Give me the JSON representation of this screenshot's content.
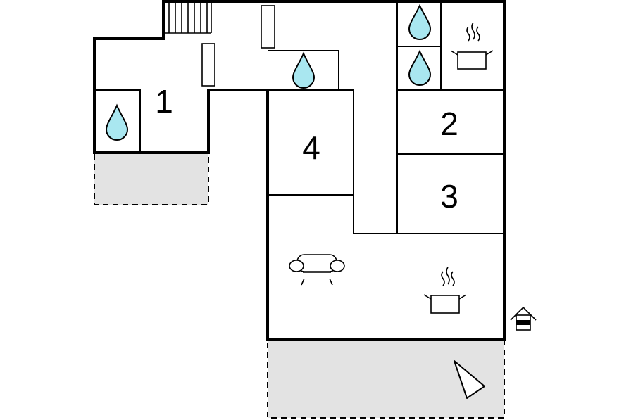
{
  "floor_plan": {
    "rooms": [
      {
        "id": "room-1",
        "label": "1"
      },
      {
        "id": "room-2",
        "label": "2"
      },
      {
        "id": "room-3",
        "label": "3"
      },
      {
        "id": "room-4",
        "label": "4"
      }
    ],
    "icons": [
      "water-drop-icon",
      "cooking-pot-icon",
      "sofa-icon",
      "entrance-house-icon",
      "compass-north-icon",
      "radiator-icon",
      "staircase-icon"
    ],
    "colors": {
      "wall": "#000000",
      "terrace": "#e3e3e3",
      "water": "#a9e7f0",
      "background": "#ffffff"
    }
  }
}
